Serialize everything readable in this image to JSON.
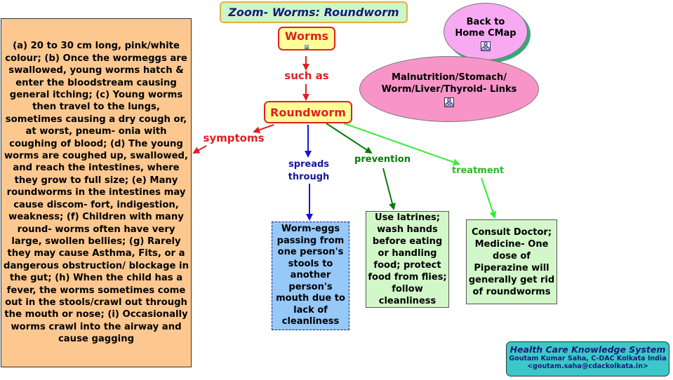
{
  "title": "Zoom- Worms: Roundworm",
  "nodes": {
    "worms": "Worms",
    "roundworm": "Roundworm",
    "back_home": "Back to Home CMap",
    "malnutrition_links": "Malnutrition/Stomach/ Worm/Liver/Thyroid- Links",
    "symptoms_text": "(a) 20 to 30 cm long, pink/white colour; (b) Once the wormeggs are swallowed, young worms hatch & enter the bloodstream causing general itching; (c) Young worms then travel to the lungs, sometimes causing a dry cough or, at worst, pneum- onia with coughing of blood; (d) The young worms are coughed up, swallowed, and reach the intestines, where they grow to full size; (e) Many roundworms in the intestines may cause discom- fort, indigestion, weakness; (f) Children with many round- worms often have very large, swollen bellies; (g) Rarely they may cause Asthma, Fits, or a dangerous obstruction/ blockage in the gut; (h) When the child has a fever, the worms sometimes come out in the stools/crawl out through the mouth or nose; (i) Occasionally worms crawl into the airway and cause gagging",
    "spreads_text": "Worm-eggs passing from one person's stools to another person's mouth due to lack of cleanliness",
    "prevention_text": "Use latrines; wash hands before eating or handling food; protect food from flies; follow cleanliness",
    "treatment_text": "Consult Doctor; Medicine- One dose of Piperazine will generally get rid of roundworms"
  },
  "link_labels": {
    "such_as": "such as",
    "symptoms": "symptoms",
    "spreads_through": "spreads through",
    "prevention": "prevention",
    "treatment": "treatment"
  },
  "footer": {
    "title": "Health Care Knowledge System",
    "author": "Goutam Kumar Saha, C-DAC Kolkata India",
    "email": "<goutam.saha@cdackolkata.in>"
  },
  "icons": [
    "image-icon",
    "cmap-icon",
    "cmap-icon"
  ],
  "colors": {
    "red_link": "#e02020",
    "blue_link": "#1515d0",
    "green_link": "#0a7a0a",
    "lime_link": "#33ee33"
  }
}
